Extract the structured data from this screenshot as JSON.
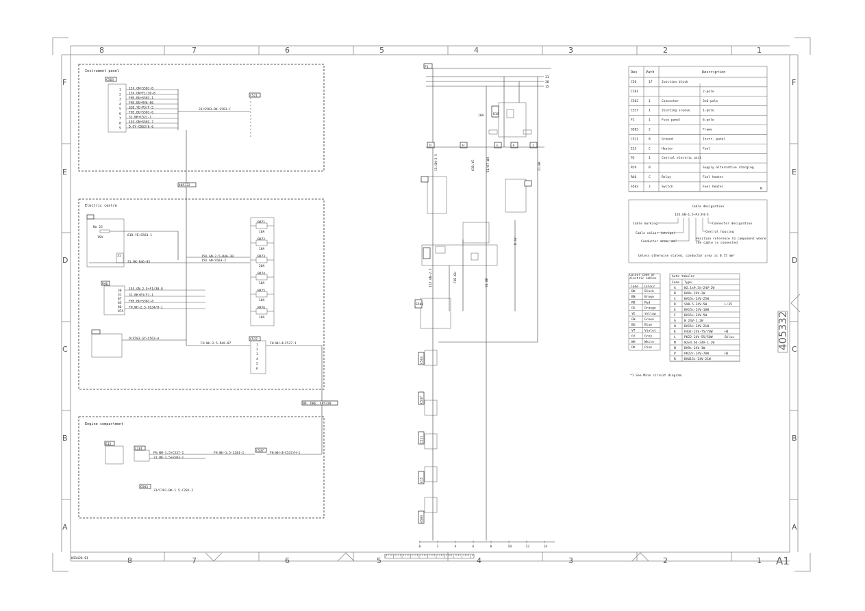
{
  "drawing": {
    "number": "405332",
    "sheet_size": "A1",
    "corner_code": "WI1426-01",
    "zones_columns": [
      "8",
      "7",
      "6",
      "5",
      "4",
      "3",
      "2",
      "1"
    ],
    "zones_rows": [
      "F",
      "E",
      "D",
      "C",
      "B",
      "A"
    ]
  },
  "sections": {
    "instrument_panel": "Instrument panel",
    "electric_centre": "Electric centre",
    "engine_compartment": "Engine compartment"
  },
  "instrument_panel": {
    "component": "C563",
    "wires": [
      "15X.GN+S583-B",
      "15X.GN+F1/30-8",
      "FHS.BU+S583-1",
      "FHS.BU+R46-86",
      "61D.YE+P3/F-5",
      "FHS.BU+S583-6",
      "31.BK+C521-1",
      "15X.GN+S583-7",
      "D.GY-C563/6-6"
    ],
    "right_connector": "C521",
    "right_wire": "31/S583.BK-S583-C",
    "ref_tag": "405332"
  },
  "electric_centre": {
    "fuse_box": "F1",
    "fuse_label": "No 25",
    "fuse_rating": "15A",
    "fuse_wire": "61D.YE+S583-1",
    "ground_label": "31",
    "ground_wire": "31.BK-R46-85",
    "bus_wires": [
      "15X.GN-2.5-R46-30",
      "15X.GN-S583-2"
    ],
    "relay_box": "R46",
    "relay_pins": [
      "30",
      "31",
      "87",
      "85",
      "86",
      "87A"
    ],
    "relay_wires": [
      "15X.GN-2.5+F1/30-8",
      "31.BK+P3/F1-1",
      "FHS.BU+S583-8",
      "FH.WH-2.5-C634/H-1"
    ],
    "switch_wire": "D/S583.GY+C563-A",
    "fuses": [
      {
        "id": "BR71",
        "rating": "10A"
      },
      {
        "id": "BR72",
        "rating": "10A"
      },
      {
        "id": "BR73",
        "rating": "20A"
      },
      {
        "id": "BR74",
        "rating": "10A"
      },
      {
        "id": "BR75",
        "rating": "10A"
      },
      {
        "id": "BR76",
        "rating": "10A"
      }
    ],
    "connector": "C537",
    "connector_pins": [
      "1",
      "2",
      "3",
      "4",
      "5",
      "6"
    ],
    "conn_wire_left": "FH.WH-2.5-R46-87",
    "conn_wire_right": "FH.WH-4+C537-1",
    "ref_tag": "NO. DWG. 405330"
  },
  "engine_compartment": {
    "heater": "E15",
    "connector_a": "C281",
    "heater_wire": "FH.WH-1.5+C537-1",
    "ground_wire": "31.BK-1.5+G503-1",
    "mid_wire": "FH.WH-1.5-C281-1",
    "joint": "C537",
    "right_wire": "FH.WH-4+C537/H-1",
    "ground_point": "G503",
    "bottom_wire": "31/C281.BK-1.5-C281-2"
  },
  "main_circuit": {
    "top_tag": "F1",
    "bus_labels": [
      "31",
      "30",
      "15"
    ],
    "relay_id": "R19",
    "relay_rating": "10A",
    "nodes": [
      "D",
      "H",
      "E",
      "F",
      "1"
    ],
    "wires": [
      "15.GN-2.5",
      "61D.YE",
      "51/87.WH",
      "31.BK",
      "15X.GN-2.5",
      "D.GY",
      "FHS.BU",
      "31.BK"
    ],
    "switch_id": "S583",
    "bottom_ids": [
      "C563",
      "C537",
      "C521",
      "E15",
      "G503"
    ],
    "scale": [
      "0",
      "2",
      "4",
      "6",
      "8",
      "10",
      "12",
      "14"
    ]
  },
  "reference_table": {
    "headers": [
      "Des",
      "Path",
      "Description"
    ],
    "rows": [
      {
        "des": "C56",
        "path": "17",
        "desc": "Junction block",
        "sub": ""
      },
      {
        "des": "C281",
        "path": "",
        "desc": "",
        "sub": "2-pole"
      },
      {
        "des": "C563",
        "path": "1",
        "desc": "Connector",
        "sub": "3x6-pole"
      },
      {
        "des": "C537",
        "path": "1",
        "desc": "Jointing sleeve",
        "sub": "1-pole"
      },
      {
        "des": "F1",
        "path": "1",
        "desc": "Fuse panel",
        "sub": "6-pole"
      },
      {
        "des": "G503",
        "path": "2",
        "desc": "",
        "sub": "Frame"
      },
      {
        "des": "C521",
        "path": "8",
        "desc": "Ground",
        "sub": "Instr. panel"
      },
      {
        "des": "E15",
        "path": "C",
        "desc": "Heater",
        "sub": "Fuel"
      },
      {
        "des": "P3",
        "path": "1",
        "desc": "Central electric unit",
        "sub": ""
      },
      {
        "des": "R19",
        "path": "B",
        "desc": "",
        "sub": "Supply alternative charging"
      },
      {
        "des": "R46",
        "path": "C",
        "desc": "Relay",
        "sub": "Fuel heater"
      },
      {
        "des": "S583",
        "path": "J",
        "desc": "Switch",
        "sub": "Fuel heater"
      }
    ],
    "last_flag": "M"
  },
  "cable_designation": {
    "title": "Cable designation",
    "example": "15X.GN-1.5+P3:F4-4",
    "labels": [
      "Cable marking",
      "Cable colour (stripe)",
      "Conductor area, mm²",
      "Connector designation",
      "Central housing",
      "Position reference to component where the cable is connected"
    ],
    "footnote": "Unless otherwise stated, conductor area is 0.75 mm²"
  },
  "colour_codes": {
    "title": "Colour code of electric cables",
    "headers": [
      "Code",
      "Colour"
    ],
    "rows": [
      [
        "BK",
        "Black"
      ],
      [
        "BN",
        "Brown"
      ],
      [
        "RD",
        "Red"
      ],
      [
        "OG",
        "Orange"
      ],
      [
        "YE",
        "Yellow"
      ],
      [
        "GN",
        "Green"
      ],
      [
        "BU",
        "Blue"
      ],
      [
        "VT",
        "Violet"
      ],
      [
        "GY",
        "Grey"
      ],
      [
        "WH",
        "White"
      ],
      [
        "PK",
        "Pink"
      ]
    ]
  },
  "auto_tabular": {
    "title": "Auto tabular",
    "headers": [
      "Code",
      "Type"
    ],
    "rows": [
      [
        "A",
        "W2.1x9.5d-24V-2W",
        ""
      ],
      [
        "B",
        "BA9s-24V-2W",
        ""
      ],
      [
        "C",
        "BA15s-24V-25W",
        ""
      ],
      [
        "D",
        "SV8.5-24V-5W",
        "L:35"
      ],
      [
        "E",
        "BA15s-24V-10W",
        ""
      ],
      [
        "F",
        "BA15s-24V-5W",
        ""
      ],
      [
        "G",
        "W 24V-1.2W",
        ""
      ],
      [
        "H",
        "BA15s-24V-21W",
        ""
      ],
      [
        "K",
        "P43t-24V-75/70W",
        "H4"
      ],
      [
        "L",
        "PK22-24V-55/50W",
        "Bilux"
      ],
      [
        "M",
        "W2x4.6d-24V-1.2W",
        ""
      ],
      [
        "N",
        "BA9s-24V-3W",
        ""
      ],
      [
        "P",
        "PK22s-24V-70W",
        "H3"
      ],
      [
        "R",
        "BAU15s-24V-21W",
        ""
      ]
    ]
  },
  "footnote": "*1  See Main circuit diagram."
}
